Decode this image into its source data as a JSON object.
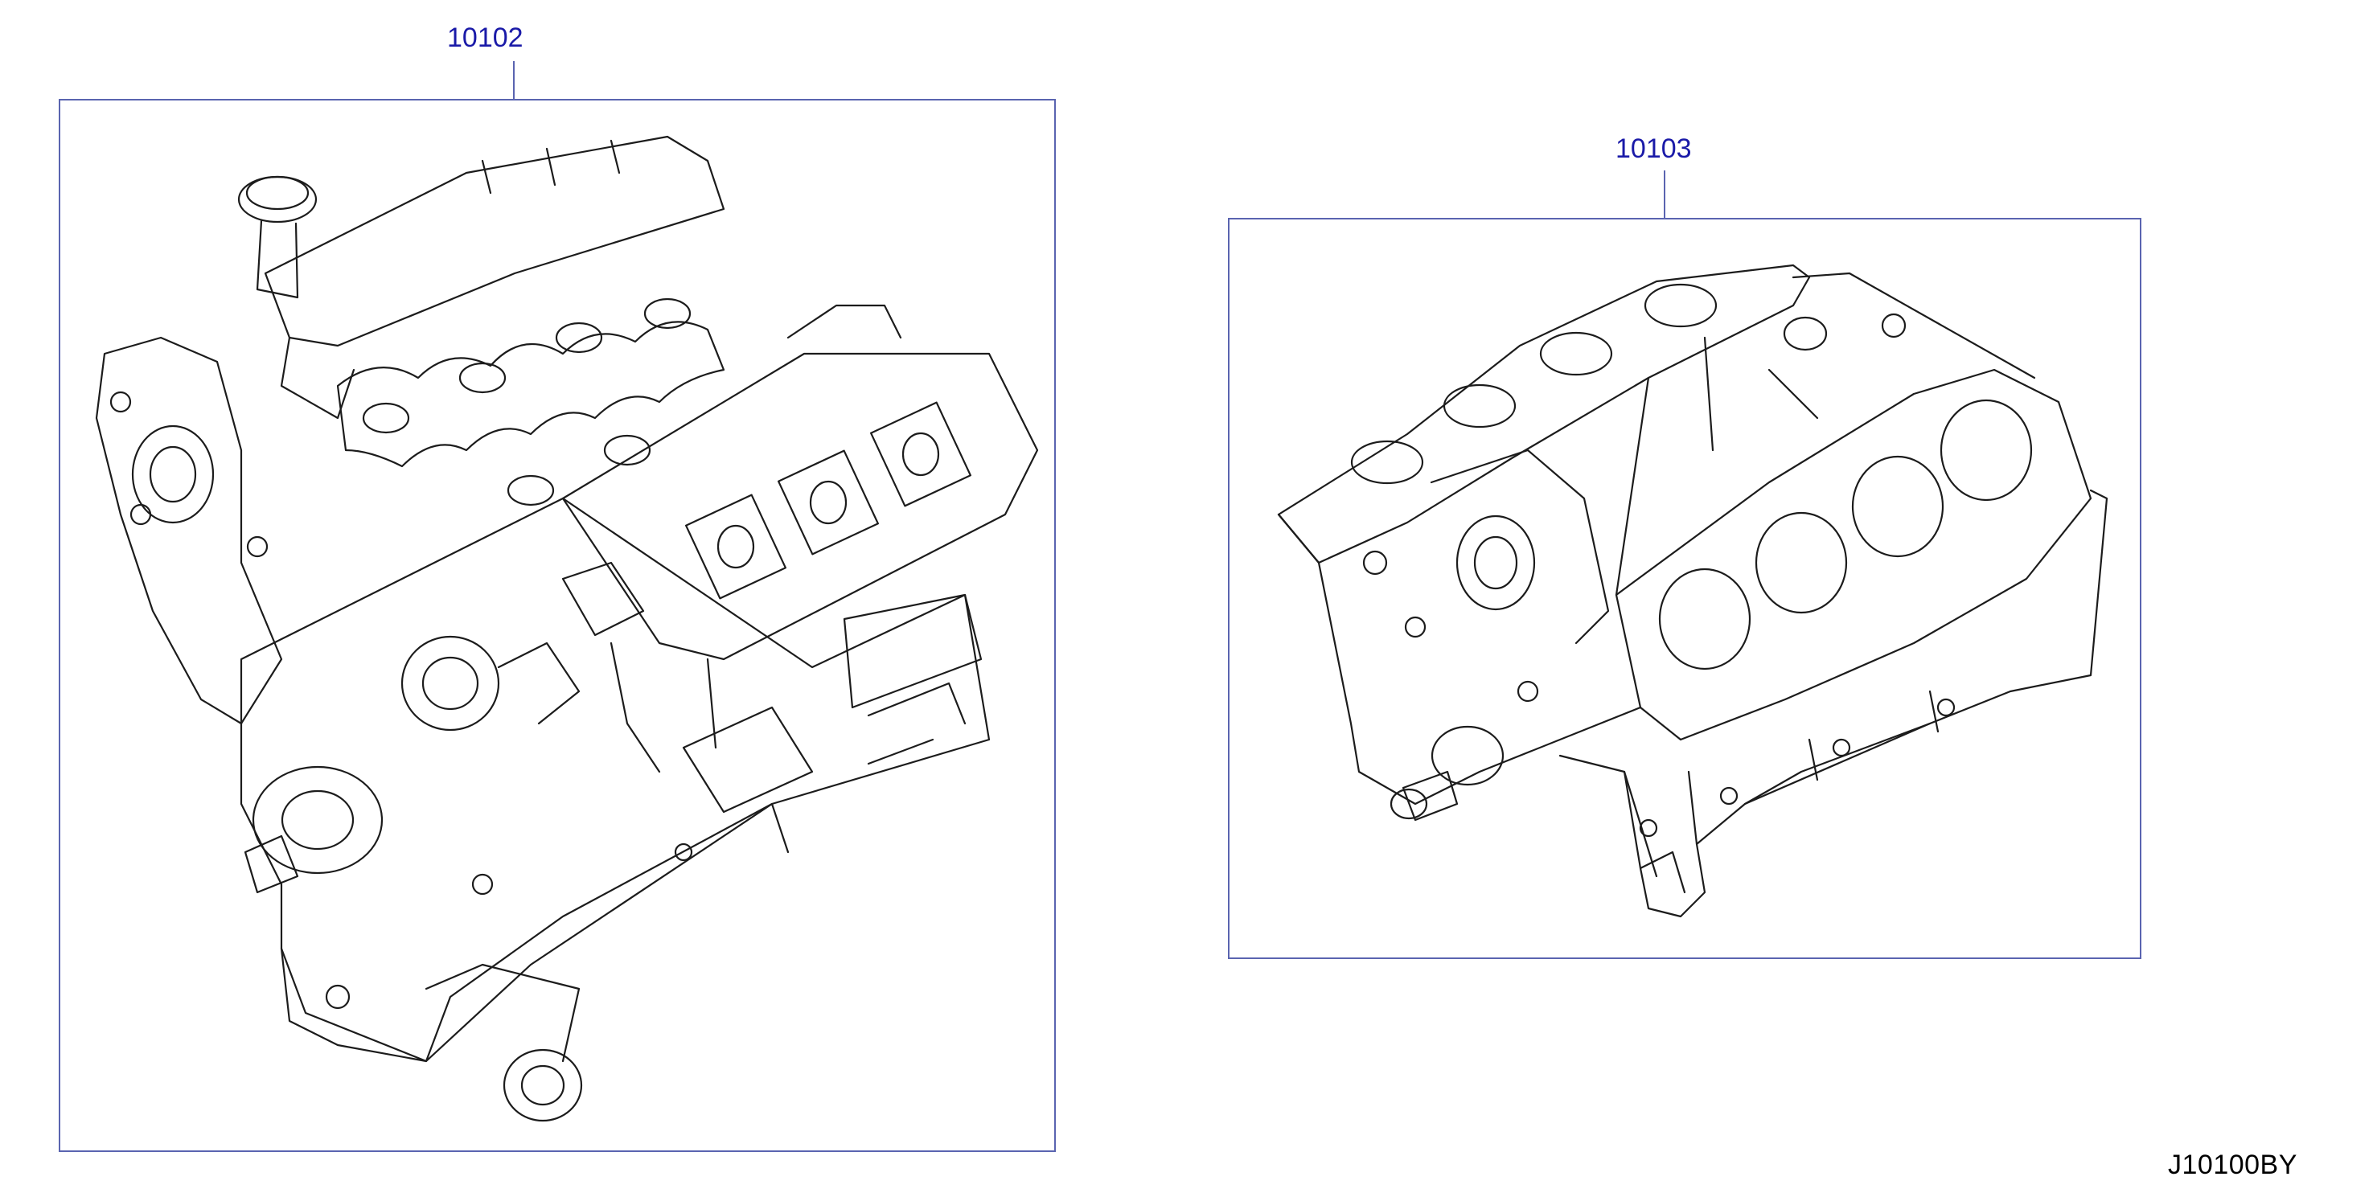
{
  "parts": [
    {
      "part_number": "10102"
    },
    {
      "part_number": "10103"
    }
  ],
  "diagram_code": "J10100BY",
  "colors": {
    "callout_text": "#1a1aa8",
    "frame_line": "#5a64b0",
    "drawing_line": "#1c1c1c"
  }
}
